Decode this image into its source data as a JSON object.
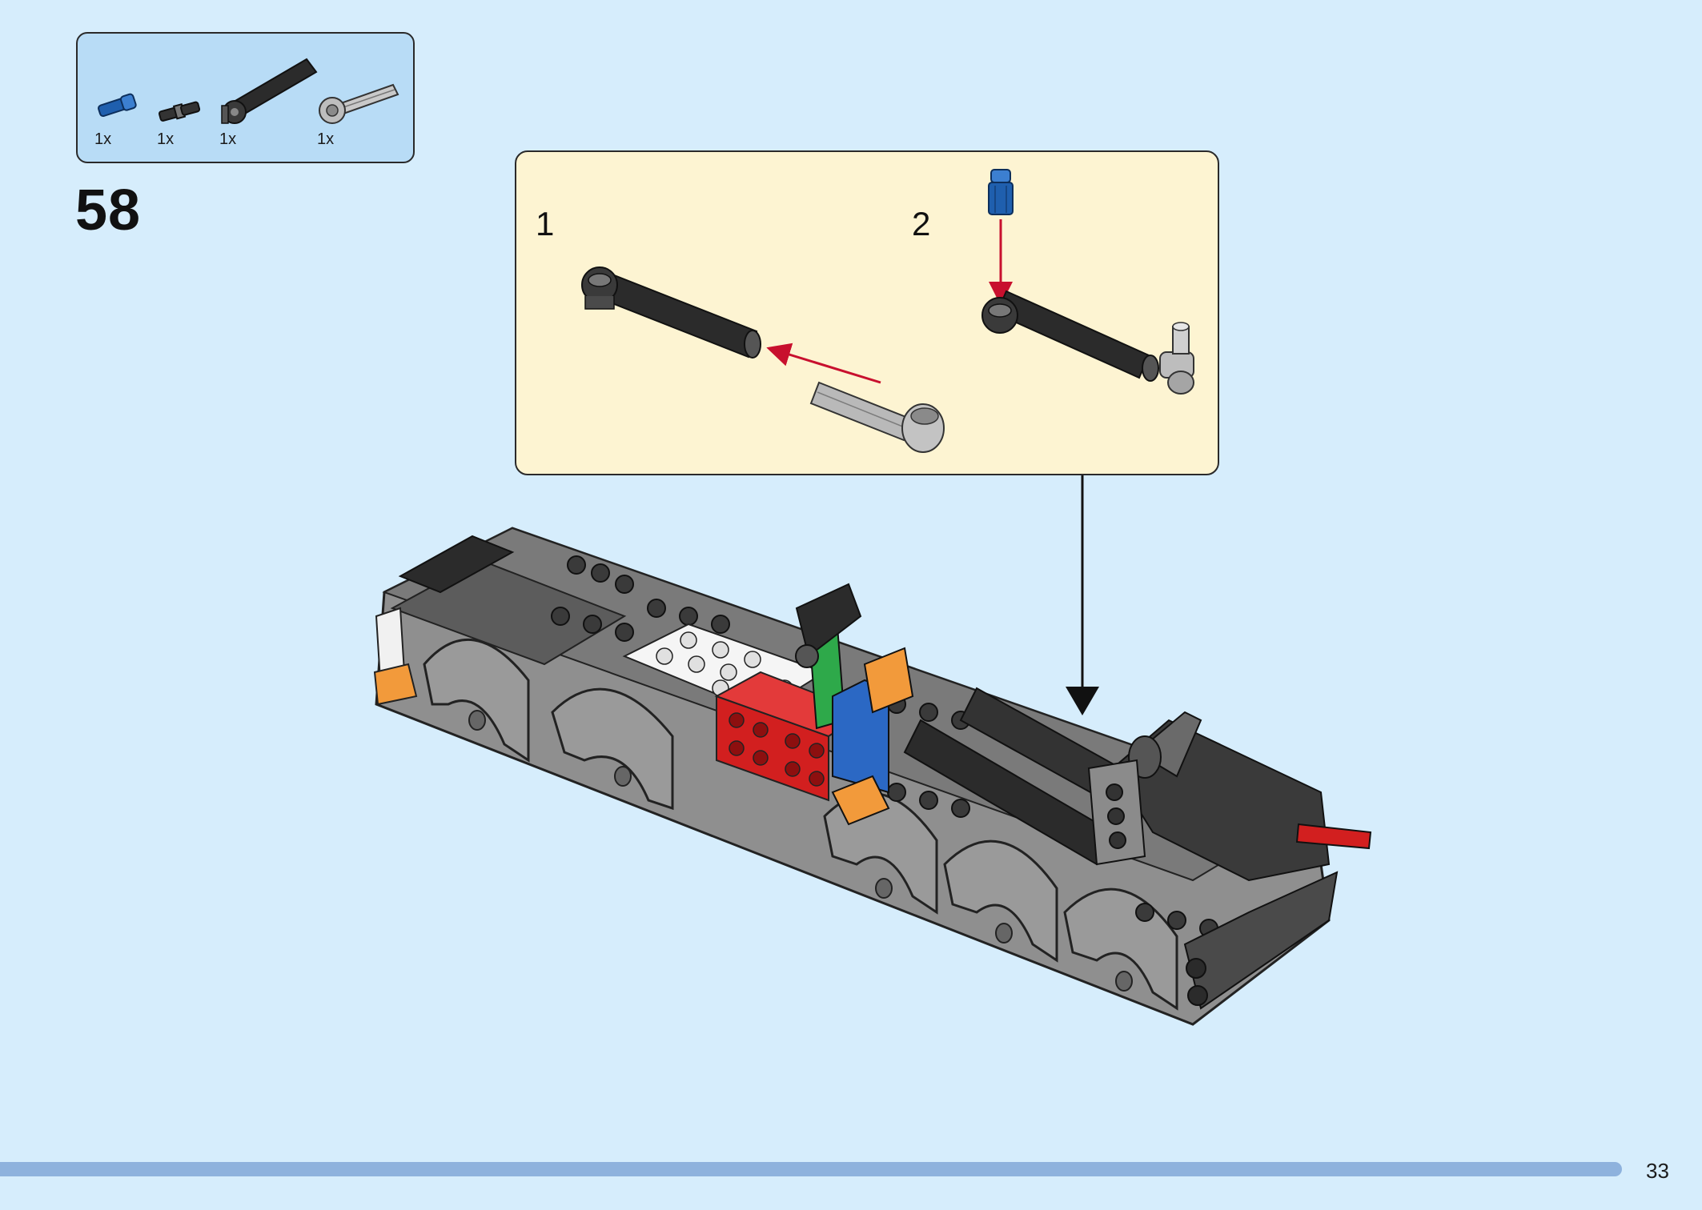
{
  "parts": [
    {
      "icon": "blue-connector-pin-icon",
      "quantity": "1x"
    },
    {
      "icon": "black-axle-pin-icon",
      "quantity": "1x"
    },
    {
      "icon": "black-shock-absorber-icon",
      "quantity": "1x"
    },
    {
      "icon": "gray-piston-rod-icon",
      "quantity": "1x"
    }
  ],
  "step_number": "58",
  "callout": {
    "substeps": [
      {
        "number": "1"
      },
      {
        "number": "2"
      }
    ]
  },
  "page_number": "33",
  "colors": {
    "background": "#d6edfc",
    "parts_box": "#b8dcf6",
    "callout": "#fdf4d2",
    "arrow": "#c8102e",
    "progress": "#8eb2dd"
  }
}
